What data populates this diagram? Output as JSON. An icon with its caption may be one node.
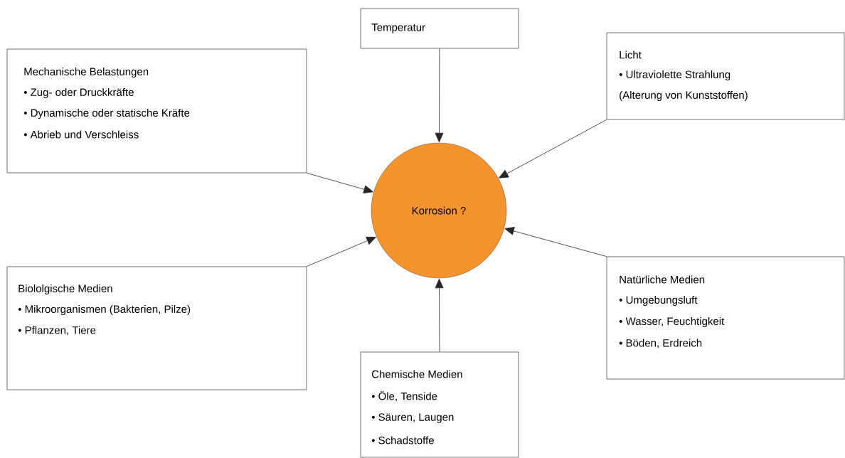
{
  "diagram": {
    "nodes": [
      {
        "text": [
          "Temperatur"
        ]
      },
      {
        "text": [
          "Licht",
          "• Ultraviolette Strahlung",
          "(Alterung von Kunststoffen)"
        ]
      },
      {
        "text": [
          "Mechanische Belastungen",
          "• Zug- oder Druckkräfte",
          "• Dynamische oder statische Kräfte",
          "• Abrieb und Verschleiss"
        ]
      },
      {
        "text": [
          "Korrosion ?"
        ]
      },
      {
        "text": [
          "Natürliche Medien",
          "• Umgebungsluft",
          "• Wasser, Feuchtigkeit",
          "• Böden, Erdreich"
        ]
      },
      {
        "text": [
          "Biololgische Medien",
          "• Mikroorganismen (Bakterien, Pilze)",
          "• Pflanzen, Tiere"
        ]
      },
      {
        "text": [
          "Chemische Medien",
          "• Öle, Tenside",
          "• Säuren, Laugen",
          "• Schadstoffe"
        ]
      }
    ],
    "edges": [
      {
        "from": 0,
        "to": 3,
        "arrow": "to"
      },
      {
        "from": 1,
        "to": 3,
        "arrow": "to"
      },
      {
        "from": 2,
        "to": 3,
        "arrow": "to"
      },
      {
        "from": 4,
        "to": 3,
        "arrow": "to"
      },
      {
        "from": 5,
        "to": 3,
        "arrow": "to"
      },
      {
        "from": 6,
        "to": 3,
        "arrow": "to"
      }
    ]
  }
}
